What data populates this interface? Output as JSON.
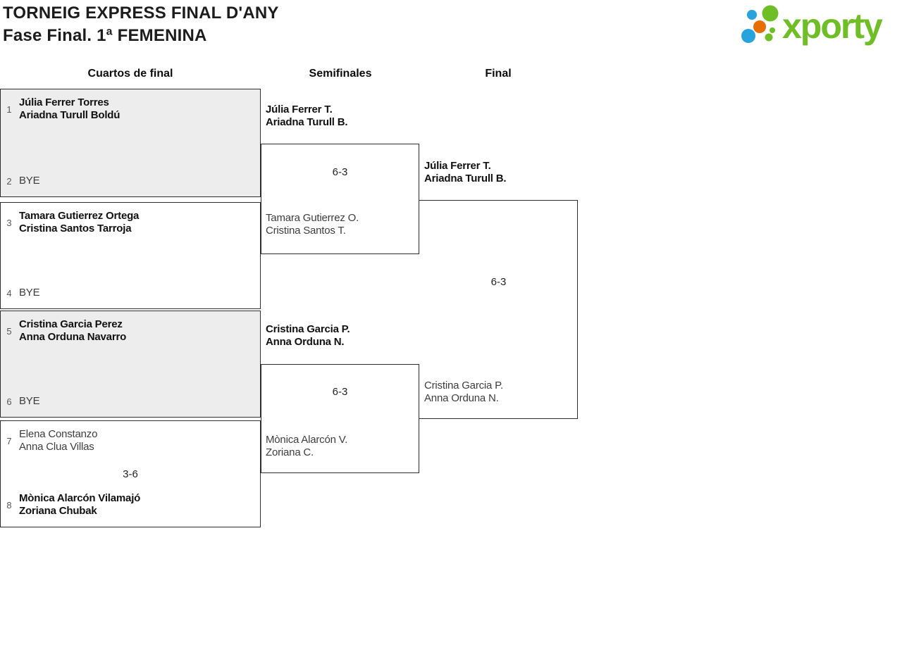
{
  "header": {
    "title_line1": "TORNEIG EXPRESS FINAL D'ANY",
    "title_line2": "Fase Final. 1ª FEMENINA"
  },
  "logo": {
    "text": "xporty",
    "colors": {
      "green": "#6fbe25",
      "blue": "#28a3dc",
      "orange": "#e66f00"
    }
  },
  "columns": {
    "quarterfinals_label": "Cuartos de final",
    "semifinals_label": "Semifinales",
    "final_label": "Final"
  },
  "bracket": {
    "quarterfinals": [
      {
        "seed_top": "1",
        "team_top": [
          "Júlia Ferrer Torres",
          "Ariadna Turull Boldú"
        ],
        "seed_bottom": "2",
        "team_bottom": [
          "BYE"
        ]
      },
      {
        "seed_top": "3",
        "team_top": [
          "Tamara Gutierrez Ortega",
          "Cristina Santos Tarroja"
        ],
        "seed_bottom": "4",
        "team_bottom": [
          "BYE"
        ]
      },
      {
        "seed_top": "5",
        "team_top": [
          "Cristina Garcia Perez",
          "Anna Orduna Navarro"
        ],
        "seed_bottom": "6",
        "team_bottom": [
          "BYE"
        ]
      },
      {
        "seed_top": "7",
        "team_top": [
          "Elena Constanzo",
          "Anna Clua Villas"
        ],
        "seed_bottom": "8",
        "team_bottom": [
          "Mònica Alarcón Vilamajó",
          "Zoriana Chubak"
        ],
        "score": "3-6"
      }
    ],
    "semifinals": [
      {
        "team_top": [
          "Júlia Ferrer T.",
          "Ariadna Turull B."
        ],
        "team_bottom": [
          "Tamara Gutierrez O.",
          "Cristina Santos T."
        ],
        "score": "6-3"
      },
      {
        "team_top": [
          "Cristina Garcia P.",
          "Anna Orduna N."
        ],
        "team_bottom": [
          "Mònica Alarcón V.",
          "Zoriana C."
        ],
        "score": "6-3"
      }
    ],
    "final": {
      "team_top": [
        "Júlia Ferrer T.",
        "Ariadna Turull B."
      ],
      "team_bottom": [
        "Cristina Garcia P.",
        "Anna Orduna N."
      ],
      "score": "6-3"
    }
  },
  "styles": {
    "shaded_box": "#ededed",
    "line_color": "#2d2d2d",
    "winner_text": "#111111",
    "normal_text": "#3d3d3d"
  }
}
